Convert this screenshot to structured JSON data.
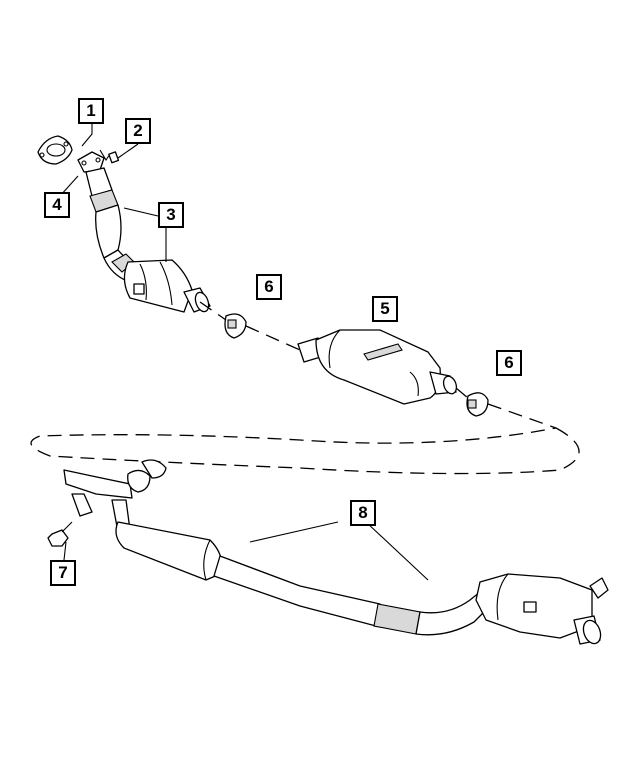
{
  "diagram": {
    "callouts": [
      {
        "id": "c1",
        "label": "1"
      },
      {
        "id": "c2",
        "label": "2"
      },
      {
        "id": "c3",
        "label": "3"
      },
      {
        "id": "c4",
        "label": "4"
      },
      {
        "id": "c5",
        "label": "5"
      },
      {
        "id": "c6a",
        "label": "6"
      },
      {
        "id": "c6b",
        "label": "6"
      },
      {
        "id": "c7",
        "label": "7"
      },
      {
        "id": "c8",
        "label": "8"
      }
    ]
  }
}
